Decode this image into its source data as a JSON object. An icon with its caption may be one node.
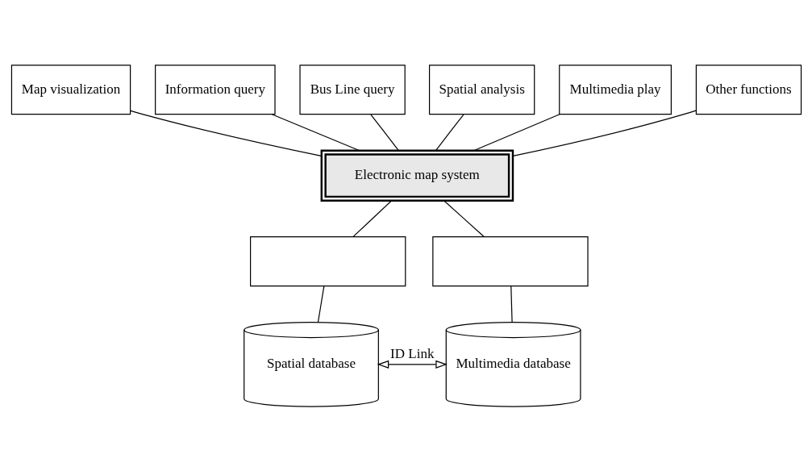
{
  "diagram": {
    "nodes": [
      {
        "text": [
          "Map visualization"
        ]
      },
      {
        "text": [
          "Information query"
        ]
      },
      {
        "text": [
          "Bus Line query"
        ]
      },
      {
        "text": [
          "Spatial analysis"
        ]
      },
      {
        "text": [
          "Multimedia play"
        ]
      },
      {
        "text": [
          "Other functions"
        ]
      },
      {
        "text": [
          "Electronic map system"
        ]
      },
      {
        "text": [],
        "shape": "box"
      },
      {
        "text": [],
        "shape": "box"
      },
      {
        "text": [
          "Spatial database"
        ]
      },
      {
        "text": [
          "Multimedia database"
        ]
      }
    ],
    "edges": [
      {
        "from": 0,
        "to": 6,
        "arrow": "none"
      },
      {
        "from": 1,
        "to": 6,
        "arrow": "none"
      },
      {
        "from": 2,
        "to": 6,
        "arrow": "none"
      },
      {
        "from": 3,
        "to": 6,
        "arrow": "none"
      },
      {
        "from": 4,
        "to": 6,
        "arrow": "none"
      },
      {
        "from": 5,
        "to": 6,
        "arrow": "none"
      },
      {
        "from": 6,
        "to": 7,
        "arrow": "none"
      },
      {
        "from": 6,
        "to": 8,
        "arrow": "none"
      },
      {
        "from": 7,
        "to": 9,
        "arrow": "none"
      },
      {
        "from": 8,
        "to": 10,
        "arrow": "none"
      },
      {
        "from": 9,
        "to": 10,
        "label": "ID Link",
        "arrow": "both"
      }
    ]
  }
}
